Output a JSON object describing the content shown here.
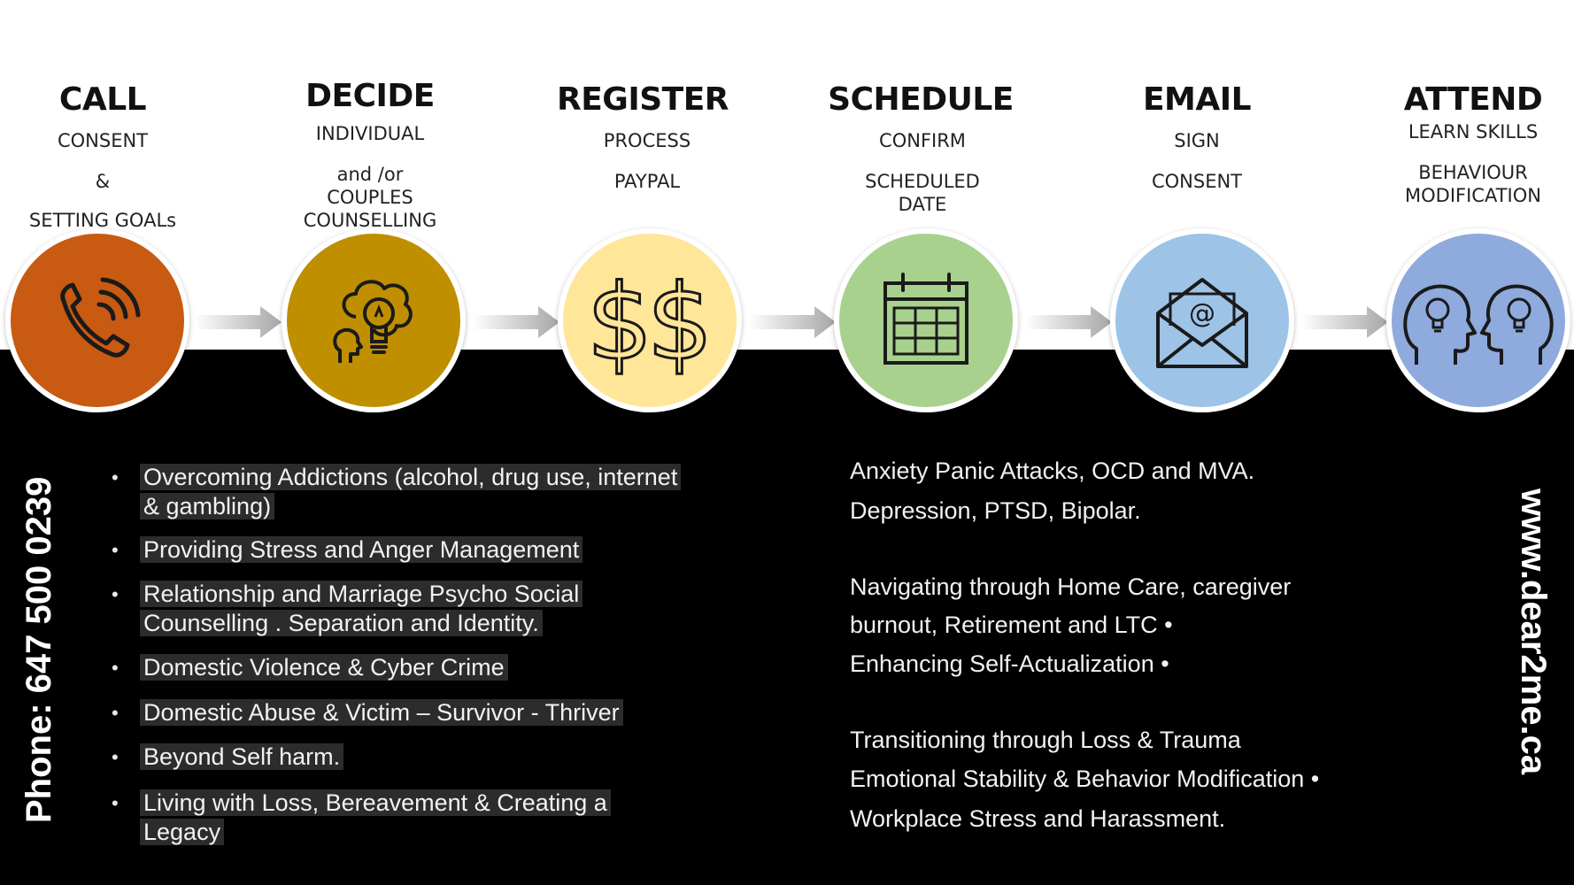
{
  "steps": [
    {
      "title": "CALL",
      "lines": [
        "CONSENT",
        "&",
        "SETTING GOALs"
      ],
      "color": "#c85a12",
      "icon": "phone-icon"
    },
    {
      "title": "DECIDE",
      "lines": [
        "INDIVIDUAL",
        "and /or",
        "COUPLES",
        "COUNSELLING"
      ],
      "color": "#bf8f00",
      "icon": "brain-lightbulb-icon"
    },
    {
      "title": "REGISTER",
      "lines": [
        "PROCESS",
        "PAYPAL"
      ],
      "color": "#ffe699",
      "icon": "dollar-icon"
    },
    {
      "title": "SCHEDULE",
      "lines": [
        "CONFIRM",
        "SCHEDULED",
        "DATE"
      ],
      "color": "#a9d18e",
      "icon": "calendar-icon"
    },
    {
      "title": "EMAIL",
      "lines": [
        "SIGN",
        "CONSENT"
      ],
      "color": "#9dc3e6",
      "icon": "email-envelope-icon"
    },
    {
      "title": "ATTEND",
      "lines": [
        "LEARN SKILLS",
        "BEHAVIOUR",
        "MODIFICATION"
      ],
      "color": "#8faadc",
      "icon": "heads-lightbulb-icon"
    }
  ],
  "left_list": [
    [
      "Overcoming Addictions (alcohol, drug use, internet",
      "& gambling)"
    ],
    [
      "Providing Stress and Anger Management"
    ],
    [
      "Relationship and Marriage Psycho Social",
      "Counselling . Separation and Identity."
    ],
    [
      "Domestic Violence & Cyber Crime"
    ],
    [
      "Domestic Abuse & Victim – Survivor - Thriver"
    ],
    [
      "Beyond Self harm."
    ],
    [
      "Living with Loss, Bereavement & Creating a",
      "Legacy"
    ]
  ],
  "right_text": [
    "Anxiety Panic Attacks, OCD and MVA.",
    "Depression, PTSD, Bipolar.",
    "Navigating through Home Care, caregiver",
    "burnout, Retirement and LTC •",
    "Enhancing Self-Actualization •",
    "Transitioning through Loss & Trauma",
    "Emotional Stability & Behavior Modification •",
    "Workplace Stress and Harassment."
  ],
  "bullet": "•",
  "phone": "Phone: 647 500 0239",
  "website": "www.dear2me.ca",
  "colors": {
    "panel": "#000000",
    "arrow": "#b0b0b0"
  }
}
